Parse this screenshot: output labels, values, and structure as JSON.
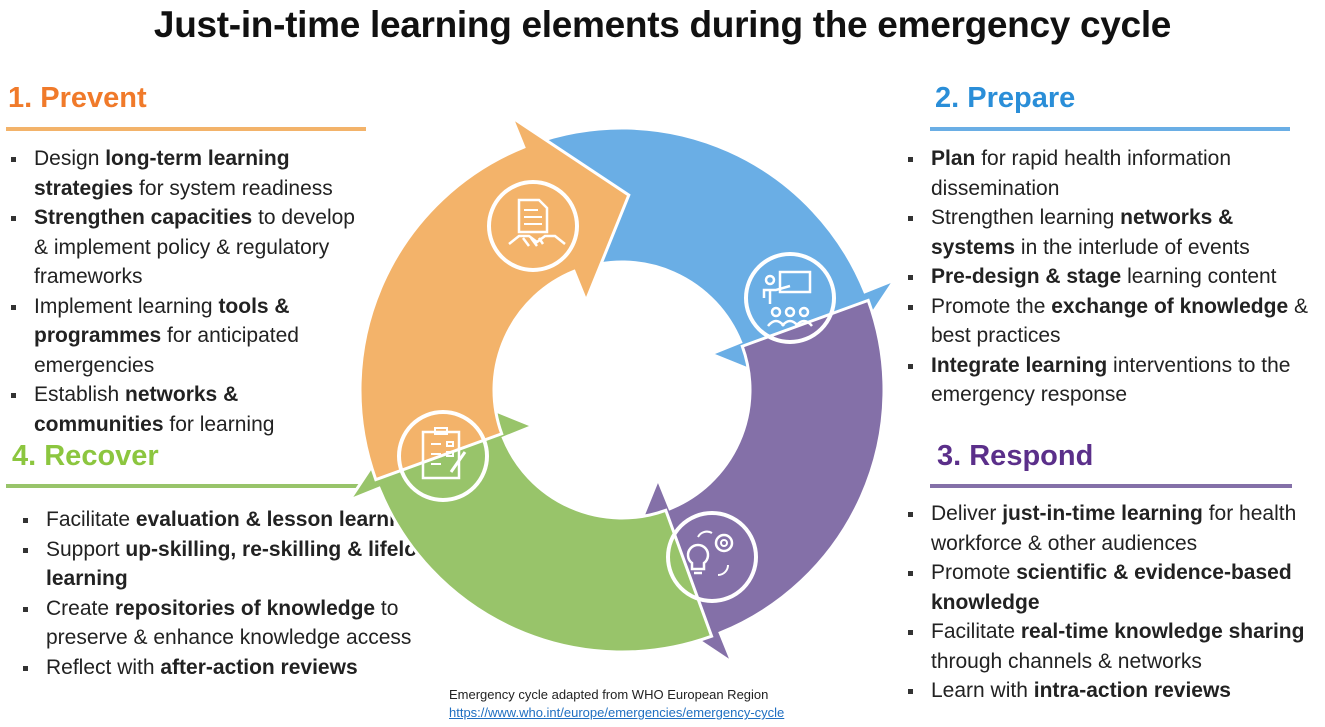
{
  "title": "Just-in-time learning elements during the emergency cycle",
  "colors": {
    "prevent": "#F07A2A",
    "prepare": "#2A8ED8",
    "respond": "#5B2F8A",
    "recover": "#8CC63F",
    "arrow_prevent": "#F3B36A",
    "arrow_prepare": "#6AAEE5",
    "arrow_respond": "#8470A8",
    "arrow_recover": "#98C46A"
  },
  "sections": {
    "prevent": {
      "heading": "1. Prevent",
      "items": [
        [
          "Design ",
          {
            "b": "long-term learning strategies"
          },
          " for system readiness"
        ],
        [
          {
            "b": "Strengthen capacities"
          },
          " to develop & implement policy & regulatory frameworks"
        ],
        [
          "Implement learning ",
          {
            "b": "tools & programmes"
          },
          " for anticipated emergencies"
        ],
        [
          "Establish ",
          {
            "b": "networks & communities"
          },
          " for learning"
        ]
      ]
    },
    "prepare": {
      "heading": "2. Prepare",
      "items": [
        [
          {
            "b": "Plan"
          },
          " for rapid health information dissemination"
        ],
        [
          "Strengthen learning ",
          {
            "b": "networks & systems"
          },
          " in the interlude of events"
        ],
        [
          {
            "b": "Pre-design & stage"
          },
          " learning content"
        ],
        [
          "Promote the ",
          {
            "b": "exchange of knowledge"
          },
          " & best practices"
        ],
        [
          {
            "b": "Integrate learning"
          },
          " interventions to the emergency response"
        ]
      ]
    },
    "respond": {
      "heading": "3. Respond",
      "items": [
        [
          "Deliver ",
          {
            "b": "just-in-time learning"
          },
          " for health workforce & other audiences"
        ],
        [
          "Promote ",
          {
            "b": "scientific & evidence-based knowledge"
          }
        ],
        [
          "Facilitate ",
          {
            "b": "real-time knowledge sharing"
          },
          " through channels & networks"
        ],
        [
          "Learn with ",
          {
            "b": "intra-action reviews"
          }
        ]
      ]
    },
    "recover": {
      "heading": "4. Recover",
      "items": [
        [
          "Facilitate ",
          {
            "b": "evaluation & lesson learning"
          }
        ],
        [
          "Support ",
          {
            "b": "up-skilling, re-skilling & lifelong learning"
          }
        ],
        [
          "Create ",
          {
            "b": "repositories of knowledge"
          },
          " to preserve & enhance knowledge access"
        ],
        [
          "Reflect with ",
          {
            "b": "after-action reviews"
          }
        ]
      ]
    }
  },
  "source": {
    "text": "Emergency cycle adapted from WHO European Region",
    "url": "https://www.who.int/europe/emergencies/emergency-cycle"
  },
  "icons": {
    "prevent": "document-handshake-icon",
    "prepare": "presentation-audience-icon",
    "respond": "lightbulb-gear-icon",
    "recover": "clipboard-checklist-icon"
  }
}
